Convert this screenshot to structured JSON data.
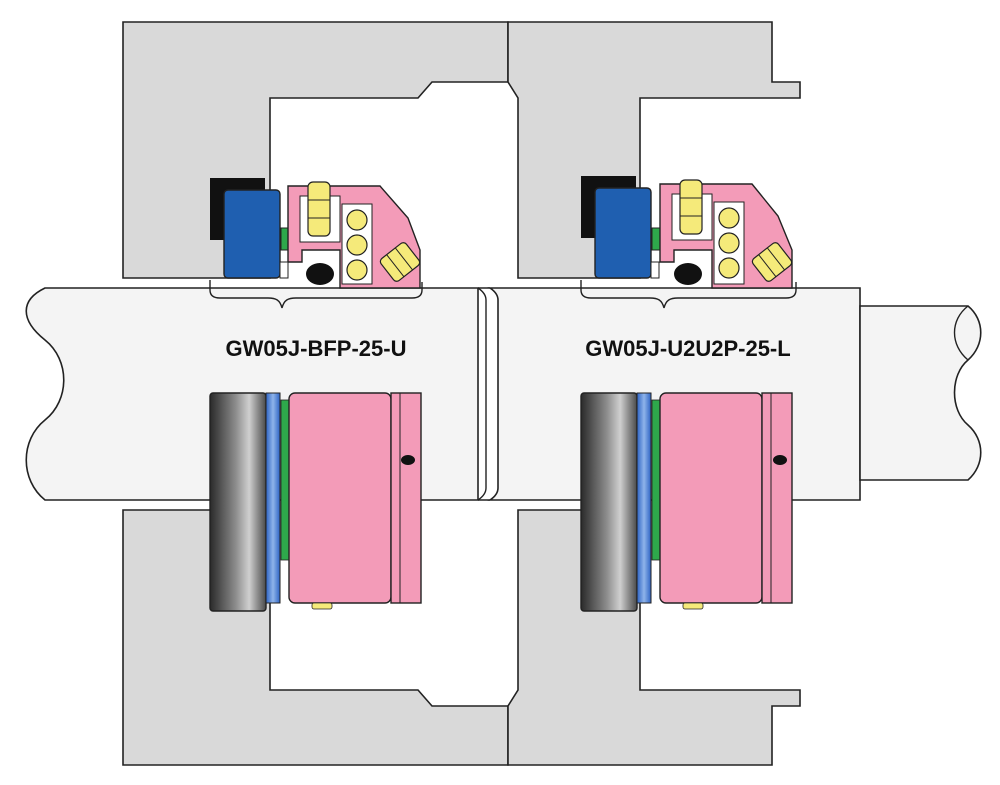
{
  "labels": {
    "left_seal": "GW05J-BFP-25-U",
    "right_seal": "GW05J-U2U2P-25-L"
  },
  "colors": {
    "housing": "#d9d9d9",
    "outline": "#222222",
    "shaft": "#f4f4f4",
    "seat": "#1f5fb0",
    "collar_pink": "#f39bb8",
    "gland_black": "#111111",
    "oring_green": "#2ea84b",
    "spring_yellow": "#f5ea7a",
    "ring_blue_light": "#a8c8ec"
  },
  "icons": {
    "screw": "set-screw-dot"
  }
}
